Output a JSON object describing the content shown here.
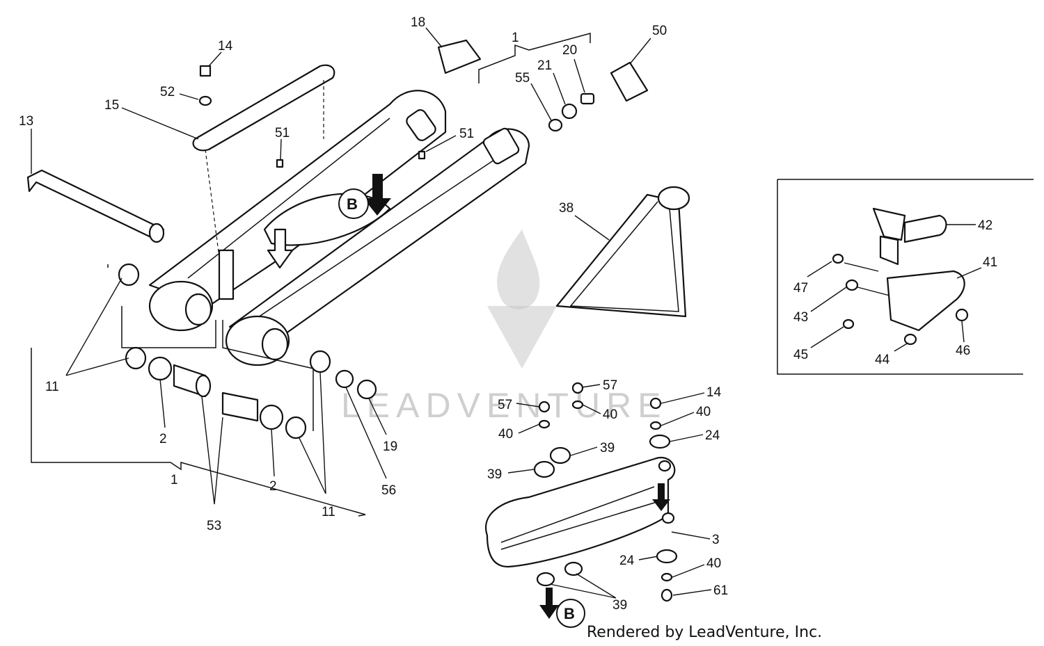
{
  "diagram": {
    "credit": "Rendered by LeadVenture, Inc.",
    "watermark": "LEADVENTURE",
    "reference_marker": "B",
    "callouts": [
      "13",
      "14",
      "52",
      "15",
      "51",
      "51",
      "18",
      "1",
      "55",
      "21",
      "20",
      "50",
      "38",
      "11",
      "2",
      "53",
      "2",
      "11",
      "1",
      "19",
      "56",
      "57",
      "57",
      "14",
      "40",
      "40",
      "40",
      "24",
      "39",
      "39",
      "3",
      "24",
      "40",
      "61",
      "39",
      "42",
      "47",
      "41",
      "43",
      "45",
      "44",
      "46"
    ]
  }
}
